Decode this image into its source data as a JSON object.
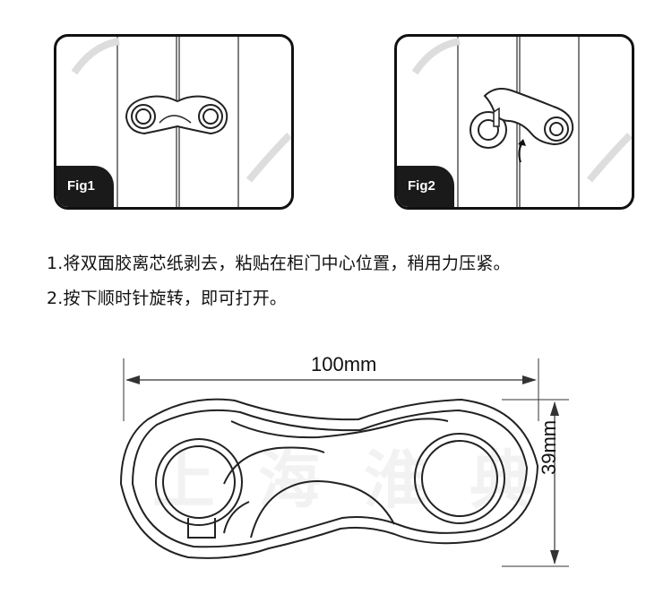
{
  "figures": [
    {
      "label": "Fig1"
    },
    {
      "label": "Fig2"
    }
  ],
  "instructions": [
    "1.将双面胶离芯纸剥去，粘贴在柜门中心位置，稍用力压紧。",
    "2.按下顺时针旋转，即可打开。"
  ],
  "dimensions": {
    "width_label": "100mm",
    "height_label": "39mm"
  },
  "watermark": "上海淮典"
}
